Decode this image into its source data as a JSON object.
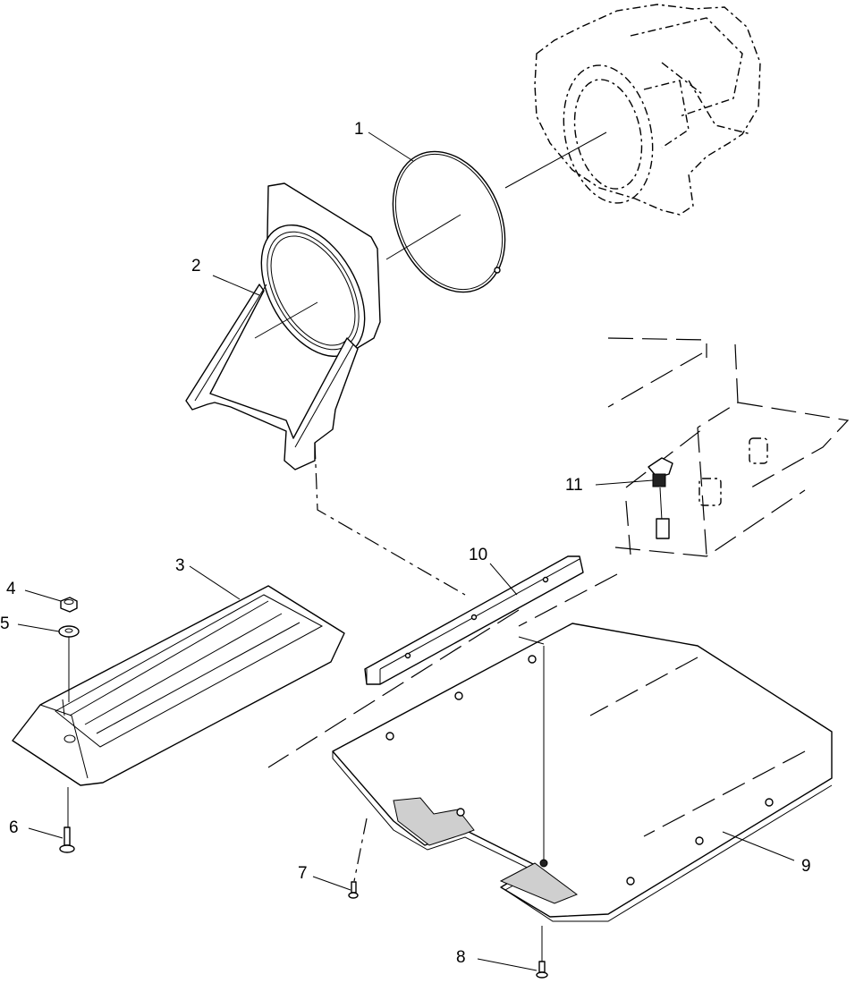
{
  "callouts": {
    "c1": "1",
    "c2": "2",
    "c3": "3",
    "c4": "4",
    "c5": "5",
    "c6": "6",
    "c7": "7",
    "c8": "8",
    "c9": "9",
    "c10": "10",
    "c11": "11"
  },
  "colors": {
    "line": "#000000",
    "background": "#ffffff",
    "shading": "#cfcfcf"
  }
}
